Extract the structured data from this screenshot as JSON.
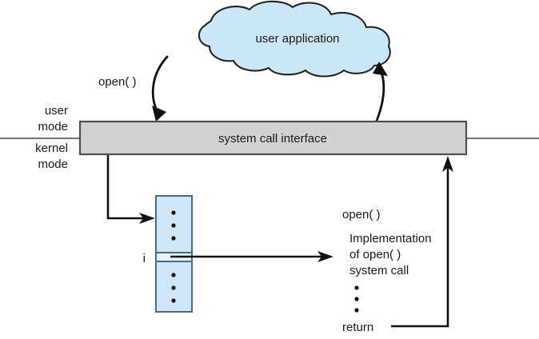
{
  "diagram": {
    "title_text": "",
    "colors": {
      "cloud_fill": "#cbe6f7",
      "cloud_stroke": "#232323",
      "bar_fill": "#d2d2d2",
      "bar_stroke": "#4f4f4f",
      "table_fill": "#cfe6f8",
      "table_stroke": "#4a6b80",
      "arrow": "#111111",
      "text": "#1a1a1a",
      "divider": "#7a7a7a",
      "background": "#ffffff"
    },
    "cloud": {
      "label": "user application"
    },
    "mode_labels": {
      "user": "user",
      "user_second": "mode",
      "kernel": "kernel",
      "kernel_second": "mode"
    },
    "bar": {
      "label": "system call interface"
    },
    "call_label": {
      "text": "open( )"
    },
    "table": {
      "index_label": "i",
      "upper_dots": 3,
      "lower_dots": 3
    },
    "implementation": {
      "line1": "open( )",
      "line2": "Implementation",
      "line3": "of open( )",
      "line4": "system call",
      "dots": 3,
      "line5": "return"
    }
  }
}
